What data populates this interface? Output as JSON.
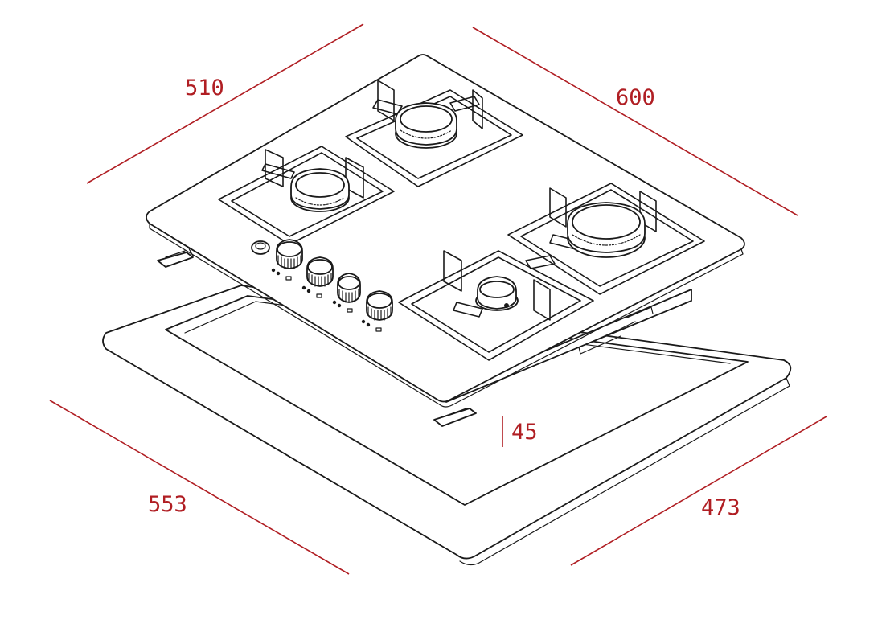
{
  "dimensions": {
    "top_left": "510",
    "top_right": "600",
    "bottom_left": "553",
    "bottom_right": "473",
    "height": "45"
  },
  "colors": {
    "dimension": "#b01e23",
    "ink": "#1a1a1a",
    "background": "#ffffff"
  },
  "components": {
    "burners": 4,
    "control_knobs": 4,
    "ignition_button": 1,
    "mounting_clips": 2
  }
}
